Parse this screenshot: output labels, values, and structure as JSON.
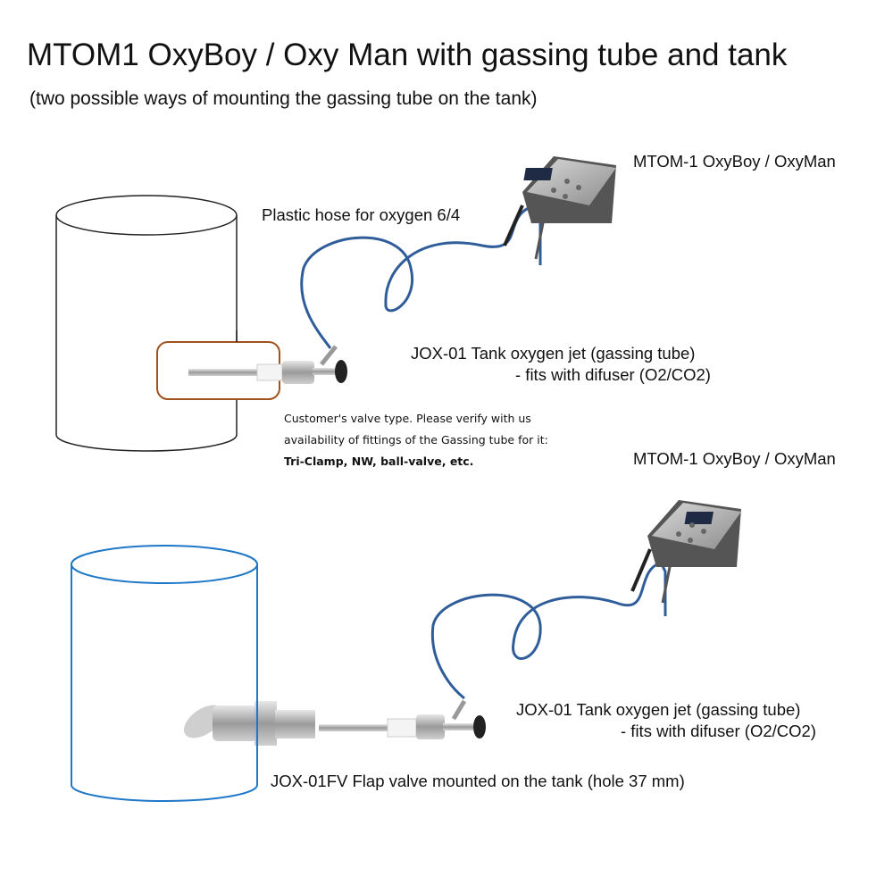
{
  "title": "MTOM1 OxyBoy / Oxy Man with gassing tube and tank",
  "subtitle": "(two possible ways of mounting the gassing tube on the tank)",
  "top": {
    "device_label": "MTOM-1 OxyBoy / OxyMan",
    "hose_label": "Plastic hose for oxygen 6/4",
    "jet_label_1": "JOX-01 Tank oxygen jet (gassing tube)",
    "jet_label_2": "- fits with difuser (O2/CO2)",
    "note_1": "Customer's valve type. Please verify with us",
    "note_2": "availability of fittings of the Gassing tube for it:",
    "note_3": "Tri-Clamp, NW, ball-valve, etc."
  },
  "bottom": {
    "device_label": "MTOM-1 OxyBoy / OxyMan",
    "jet_label_1": "JOX-01 Tank oxygen jet (gassing tube)",
    "jet_label_2": "- fits with difuser (O2/CO2)",
    "flap_label": "JOX-01FV Flap valve mounted on the tank (hole 37 mm)"
  },
  "colors": {
    "hose": "#2f5d9a",
    "tank_bottom": "#1f77c8",
    "highlight": "#a0521d"
  }
}
